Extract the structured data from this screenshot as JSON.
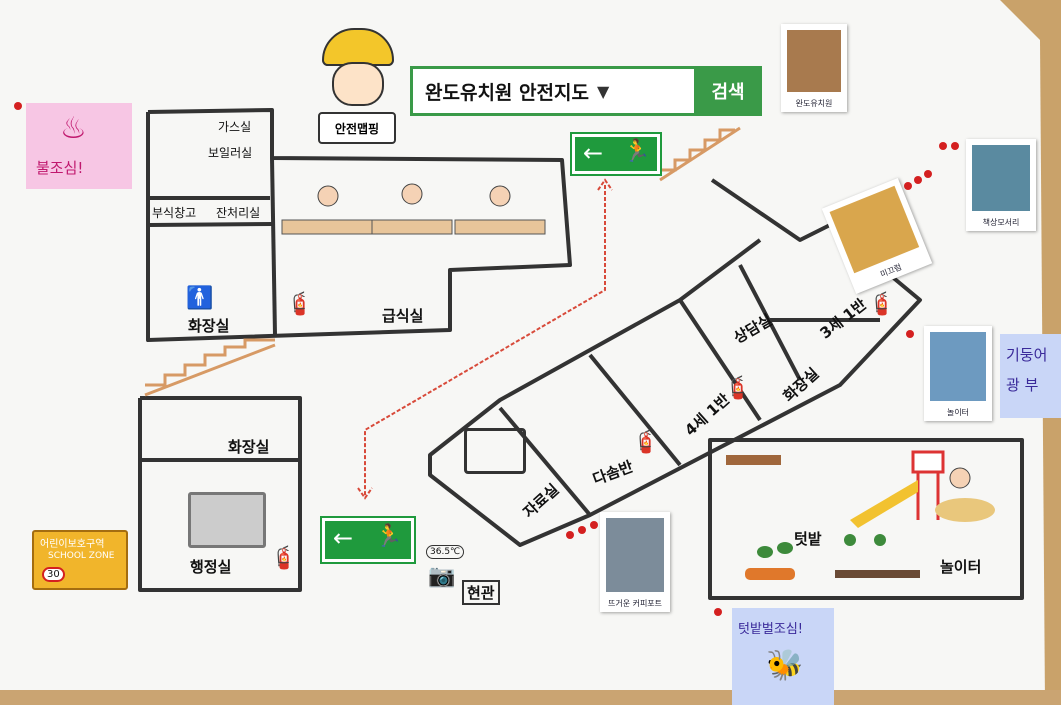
{
  "title": {
    "map_title": "완도유치원 안전지도",
    "dropdown_icon": "triangle-down-icon",
    "search_label": "검색"
  },
  "mascot": {
    "label": "안전맵핑"
  },
  "rooms": {
    "gas": "가스실",
    "boiler": "보일러실",
    "storage": "부식창고",
    "waste": "잔처리실",
    "restroom_top": "화장실",
    "cafeteria": "급식실",
    "restroom_left": "화장실",
    "admin": "행정실",
    "materials": "자료실",
    "dasom": "다솜반",
    "age4": "4세 1반",
    "restroom_right": "화장실",
    "counseling": "상담실",
    "age3": "3세 1반",
    "entrance": "현관",
    "garden": "텃밭",
    "playground": "놀이터"
  },
  "notes": {
    "fire_note": "불조심!",
    "bee_note": "텃밭벌조심!",
    "side_note_1": "기둥어",
    "side_note_2": "광 부"
  },
  "school_zone": {
    "line1": "어린이보호구역",
    "line2": "SCHOOL ZONE",
    "speed": "30"
  },
  "thermometer": "36.5℃",
  "photo_captions": {
    "p1": "완도유치원",
    "p2": "책상모서리",
    "p3": "미끄럼",
    "p4": "놀이터",
    "p5": "뜨거운 커피포트"
  },
  "colors": {
    "exit_green": "#1f9a3d",
    "title_border": "#3a9a48",
    "route_red": "#d84a3a",
    "pink_note": "#f7c6e4",
    "blue_note": "#c9d6f7"
  }
}
